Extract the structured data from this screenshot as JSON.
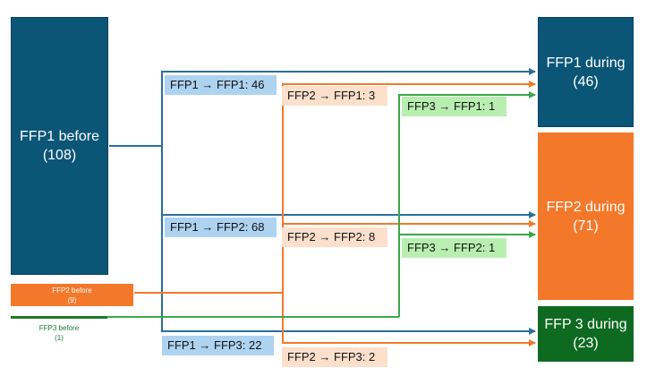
{
  "sources": {
    "ffp1": {
      "title": "FFP1 before",
      "count": "(108)",
      "color": "#0b5577"
    },
    "ffp2": {
      "title": "FFP2 before",
      "count": "(9)",
      "color": "#f4782a"
    },
    "ffp3": {
      "title": "FFP3 before",
      "count": "(1)",
      "color": "#1e7a2e"
    }
  },
  "targets": {
    "ffp1": {
      "title": "FFP1 during",
      "count": "(46)",
      "color": "#0b5577"
    },
    "ffp2": {
      "title": "FFP2 during",
      "count": "(71)",
      "color": "#f4782a"
    },
    "ffp3": {
      "title": "FFP 3 during",
      "count": "(23)",
      "color": "#0f6a21"
    }
  },
  "flows": [
    {
      "label": "FFP1 → FFP1: 46",
      "from": "ffp1",
      "to": "ffp1",
      "color": "#2a6f9a",
      "bg": "#aed3f1"
    },
    {
      "label": "FFP2 → FFP1: 3",
      "from": "ffp2",
      "to": "ffp1",
      "color": "#f4782a",
      "bg": "#fde0cc"
    },
    {
      "label": "FFP3 → FFP1: 1",
      "from": "ffp3",
      "to": "ffp1",
      "color": "#3aa84a",
      "bg": "#b8efb0"
    },
    {
      "label": "FFP1 → FFP2: 68",
      "from": "ffp1",
      "to": "ffp2",
      "color": "#2a6f9a",
      "bg": "#aed3f1"
    },
    {
      "label": "FFP2 → FFP2: 8",
      "from": "ffp2",
      "to": "ffp2",
      "color": "#f4782a",
      "bg": "#fde0cc"
    },
    {
      "label": "FFP3 → FFP2: 1",
      "from": "ffp3",
      "to": "ffp2",
      "color": "#3aa84a",
      "bg": "#b8efb0"
    },
    {
      "label": "FFP1 → FFP3: 22",
      "from": "ffp1",
      "to": "ffp3",
      "color": "#2a6f9a",
      "bg": "#aed3f1"
    },
    {
      "label": "FFP2 → FFP3: 2",
      "from": "ffp2",
      "to": "ffp3",
      "color": "#f4782a",
      "bg": "#fde0cc"
    }
  ]
}
